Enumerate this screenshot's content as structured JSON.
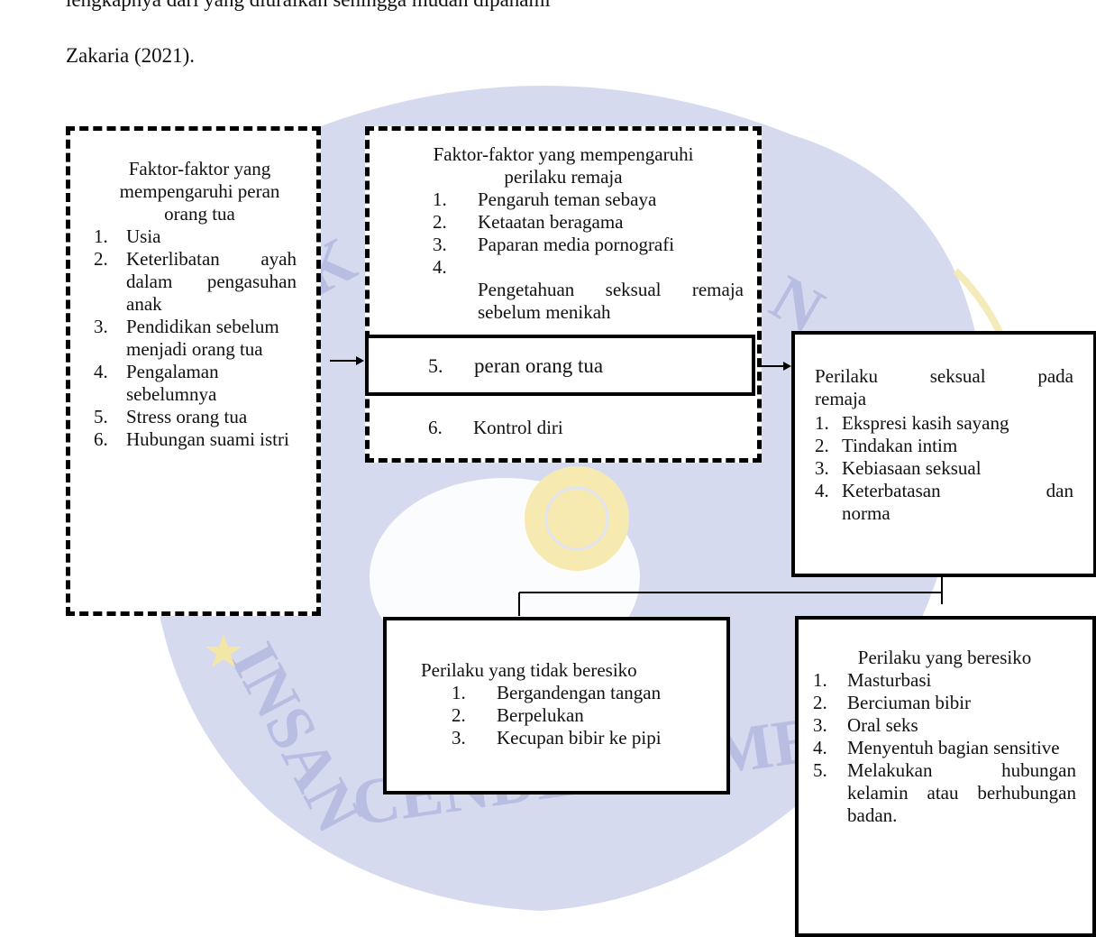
{
  "intro": {
    "line1": "lengkapnya dari yang diuraikan sehingga mudah dipahami",
    "line2": "Zakaria (2021)."
  },
  "watermark": {
    "text_left": "INSAN",
    "text_bottom": "CENDEKIA MEDIKA",
    "text_top_left": "K",
    "text_top_right": "N"
  },
  "parent_factors": {
    "title": "Faktor-faktor yang mempengaruhi peran orang tua",
    "items": [
      {
        "num": "1.",
        "text": "Usia"
      },
      {
        "num": "2.",
        "text": "Keterlibatan ayah dalam pengasuhan anak"
      },
      {
        "num": "3.",
        "text": "Pendidikan sebelum menjadi orang tua"
      },
      {
        "num": "4.",
        "text": "Pengalaman sebelumnya"
      },
      {
        "num": "5.",
        "text": "Stress orang tua"
      },
      {
        "num": "6.",
        "text": "Hubungan suami istri"
      }
    ]
  },
  "teen_factors": {
    "title_line1": "Faktor-faktor yang mempengaruhi",
    "title_line2": "perilaku remaja",
    "items": [
      {
        "num": "1.",
        "text": "Pengaruh teman sebaya"
      },
      {
        "num": "2.",
        "text": "Ketaatan beragama"
      },
      {
        "num": "3.",
        "text": "Paparan media pornografi"
      },
      {
        "num": "4.",
        "text": "Pengetahuan seksual remaja sebelum menikah"
      }
    ],
    "highlight": {
      "num": "5.",
      "text": "peran orang tua"
    },
    "last": {
      "num": "6.",
      "text": "Kontrol diri"
    }
  },
  "sexual_behavior": {
    "title": "Perilaku seksual pada remaja",
    "items": [
      {
        "num": "1.",
        "text": "Ekspresi kasih sayang"
      },
      {
        "num": "2.",
        "text": "Tindakan intim"
      },
      {
        "num": "3.",
        "text": "Kebiasaan seksual"
      },
      {
        "num": "4.",
        "text": "Keterbatasan dan norma"
      }
    ]
  },
  "no_risk": {
    "title": "Perilaku yang tidak beresiko",
    "items": [
      {
        "num": "1.",
        "text": "Bergandengan tangan"
      },
      {
        "num": "2.",
        "text": "Berpelukan"
      },
      {
        "num": "3.",
        "text": "Kecupan bibir ke pipi"
      }
    ]
  },
  "risk": {
    "title": "Perilaku yang beresiko",
    "items": [
      {
        "num": "1.",
        "text": "Masturbasi"
      },
      {
        "num": "2.",
        "text": "Berciuman bibir"
      },
      {
        "num": "3.",
        "text": "Oral seks"
      },
      {
        "num": "4.",
        "text": "Menyentuh bagian sensitive"
      },
      {
        "num": "5.",
        "text": "Melakukan hubungan kelamin atau berhubungan badan."
      }
    ]
  },
  "colors": {
    "watermark_blue": "#c7cbe8",
    "watermark_yellow": "#f7ecb4",
    "line": "#000000"
  }
}
